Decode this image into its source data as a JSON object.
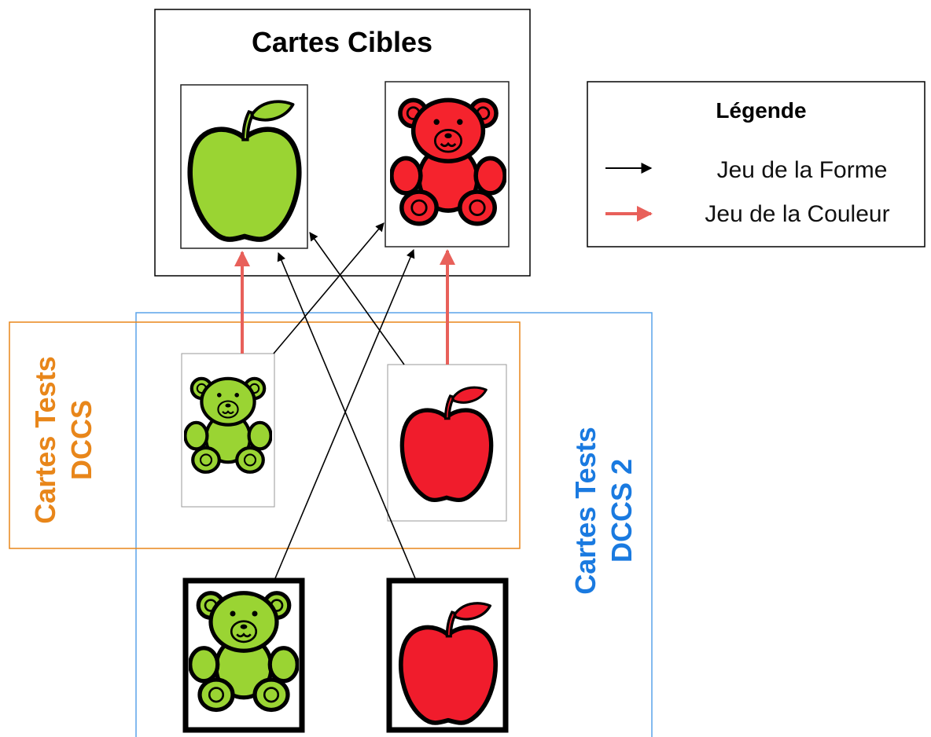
{
  "targets": {
    "title": "Cartes Cibles"
  },
  "legend": {
    "title": "Légende",
    "items": [
      {
        "label": "Jeu de la Forme",
        "color": "#000000"
      },
      {
        "label": "Jeu de la Couleur",
        "color": "#e8605a"
      }
    ]
  },
  "dccs": {
    "title_line1": "Cartes Tests",
    "title_line2": "DCCS",
    "color": "#e8861a"
  },
  "dccs2": {
    "title_line1": "Cartes Tests",
    "title_line2": "DCCS 2",
    "color": "#1a7ae0"
  },
  "colors": {
    "green": "#9ad433",
    "red": "#f01c2c",
    "bear_red": "#f5232d",
    "shape_arrow": "#000000",
    "color_arrow": "#e8605a"
  },
  "cards": [
    {
      "name": "target-card-green-apple",
      "shape": "apple",
      "color": "green"
    },
    {
      "name": "target-card-red-bear",
      "shape": "bear",
      "color": "red"
    },
    {
      "name": "dccs-card-green-bear",
      "shape": "bear",
      "color": "green"
    },
    {
      "name": "dccs-card-red-apple",
      "shape": "apple",
      "color": "red"
    },
    {
      "name": "dccs2-card-green-bear",
      "shape": "bear",
      "color": "green",
      "border": "thick"
    },
    {
      "name": "dccs2-card-red-apple",
      "shape": "apple",
      "color": "red",
      "border": "thick"
    }
  ]
}
